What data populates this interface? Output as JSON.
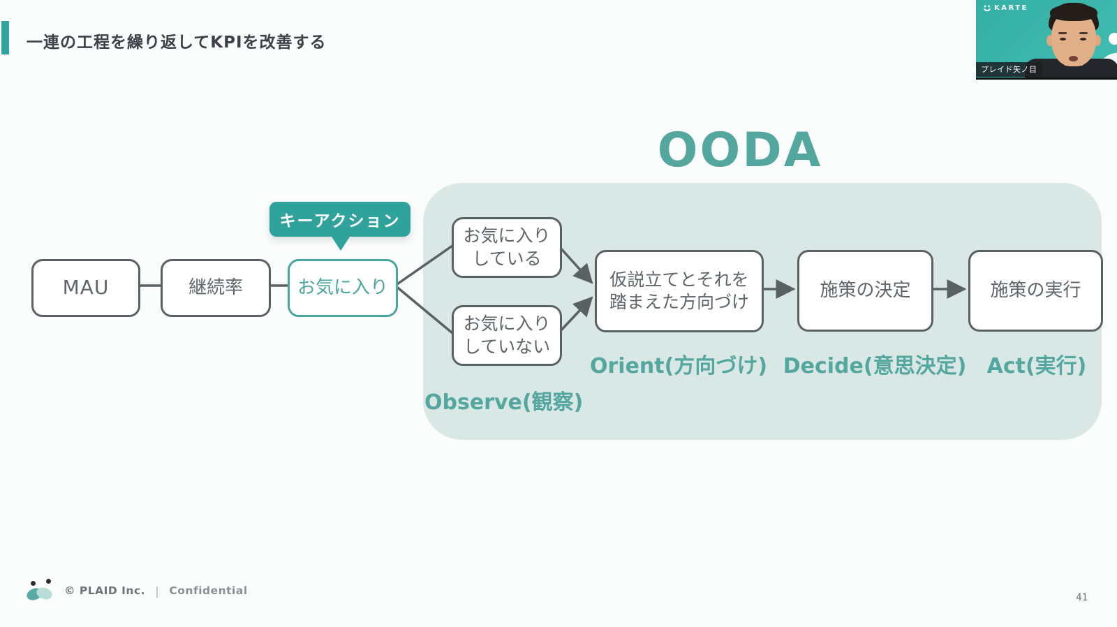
{
  "slide": {
    "title": "一連の工程を繰り返してKPIを改善する",
    "page_number": "41",
    "footer": {
      "copyright": "© PLAID Inc.",
      "separator": "|",
      "confidential": "Confidential"
    }
  },
  "webcam": {
    "logo_text": "KARTE",
    "participant_name": "プレイド矢ノ目"
  },
  "diagram": {
    "heading": "OODA",
    "callout_label": "キーアクション",
    "kpi_boxes": [
      {
        "label": "MAU"
      },
      {
        "label": "継続率"
      },
      {
        "label": "お気に入り"
      }
    ],
    "branch_boxes": [
      {
        "line1": "お気に入り",
        "line2": "している"
      },
      {
        "line1": "お気に入り",
        "line2": "していない"
      }
    ],
    "ooda_boxes": [
      {
        "line1": "仮説立てとそれを",
        "line2": "踏まえた方向づけ"
      },
      {
        "label": "施策の決定"
      },
      {
        "label": "施策の実行"
      }
    ],
    "phase_labels": [
      {
        "label": "Observe(観察)"
      },
      {
        "label": "Orient(方向づけ)"
      },
      {
        "label": "Decide(意思決定)"
      },
      {
        "label": "Act(実行)"
      }
    ],
    "colors": {
      "accent_teal": "#2fa39b",
      "label_teal": "#54a79f",
      "panel_bg": "#d9e8e5",
      "box_border": "#596165",
      "highlight_border": "#4aa59d"
    }
  }
}
